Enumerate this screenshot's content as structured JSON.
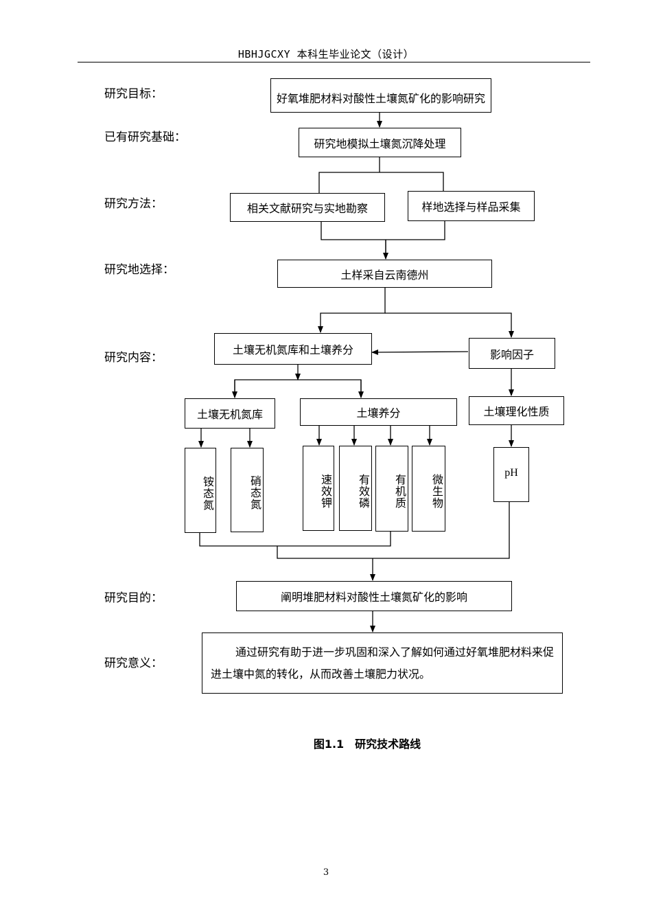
{
  "header": {
    "title": "HBHJGCXY 本科生毕业论文（设计）"
  },
  "labels": {
    "goal": "研究目标：",
    "basis": "已有研究基础：",
    "method": "研究方法：",
    "site": "研究地选择：",
    "content": "研究内容：",
    "purpose": "研究目的：",
    "significance": "研究意义："
  },
  "boxes": {
    "goal": "好氧堆肥材料对酸性土壤氮矿化的影响研究",
    "basis": "研究地模拟土壤氮沉降处理",
    "literature": "相关文献研究与实地勘察",
    "sampling": "样地选择与样品采集",
    "site": "土样采自云南德州",
    "pool_and_nutrients": "土壤无机氮库和土壤养分",
    "factors": "影响因子",
    "inorganic_n": "土壤无机氮库",
    "nutrients": "土壤养分",
    "physchem": "土壤理化性质",
    "ammonium": "铵态氮",
    "nitrate": "硝态氮",
    "potassium": "速效钾",
    "phosphorus": "有效磷",
    "organic": "有机质",
    "microbe": "微生物",
    "ph": "pH",
    "purpose": "阐明堆肥材料对酸性土壤氮矿化的影响",
    "significance": "通过研究有助于进一步巩固和深入了解如何通过好氧堆肥材料来促进土壤中氮的转化，从而改善土壤肥力状况。"
  },
  "caption": "图1.1　研究技术路线",
  "page_number": "3"
}
